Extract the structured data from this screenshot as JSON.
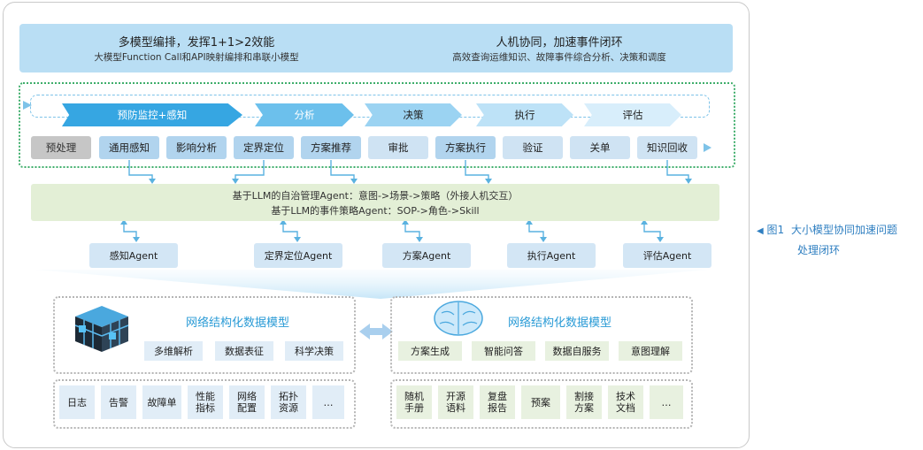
{
  "banner": {
    "left_title": "多模型编排，发挥1+1>2效能",
    "left_sub": "大模型Function Call和API映射编排和串联小模型",
    "right_title": "人机协同，加速事件闭环",
    "right_sub": "高效查询运维知识、故障事件综合分析、决策和调度"
  },
  "phases": [
    "预防监控+感知",
    "分析",
    "决策",
    "执行",
    "评估"
  ],
  "steps": [
    "预处理",
    "通用感知",
    "影响分析",
    "定界定位",
    "方案推荐",
    "审批",
    "方案执行",
    "验证",
    "关单",
    "知识回收"
  ],
  "orchestrator": {
    "line1": "基于LLM的自治管理Agent：意图->场景->策略（外接人机交互）",
    "line2": "基于LLM的事件策略Agent：SOP->角色->Skill"
  },
  "agents": [
    "感知Agent",
    "定界定位Agent",
    "方案Agent",
    "执行Agent",
    "评估Agent"
  ],
  "left_panel": {
    "title": "网络结构化数据模型",
    "tags": [
      "多维解析",
      "数据表征",
      "科学决策"
    ]
  },
  "right_panel": {
    "title": "网络结构化数据模型",
    "tags": [
      "方案生成",
      "智能问答",
      "数据自服务",
      "意图理解"
    ]
  },
  "left_sources": [
    "日志",
    "告警",
    "故障单",
    "性能\n指标",
    "网络\n配置",
    "拓扑\n资源",
    "…"
  ],
  "right_sources": [
    "随机\n手册",
    "开源\n语料",
    "复盘\n报告",
    "预案",
    "割接\n方案",
    "技术\n文档",
    "…"
  ],
  "caption": {
    "marker": "◀",
    "label": "图1",
    "line1": "大小模型协同加速问题",
    "line2": "处理闭环"
  },
  "colors": {
    "accent": "#2a9bd6",
    "banner": "#b9def4",
    "green": "#3fae6b",
    "step": "#cfe3f3"
  }
}
